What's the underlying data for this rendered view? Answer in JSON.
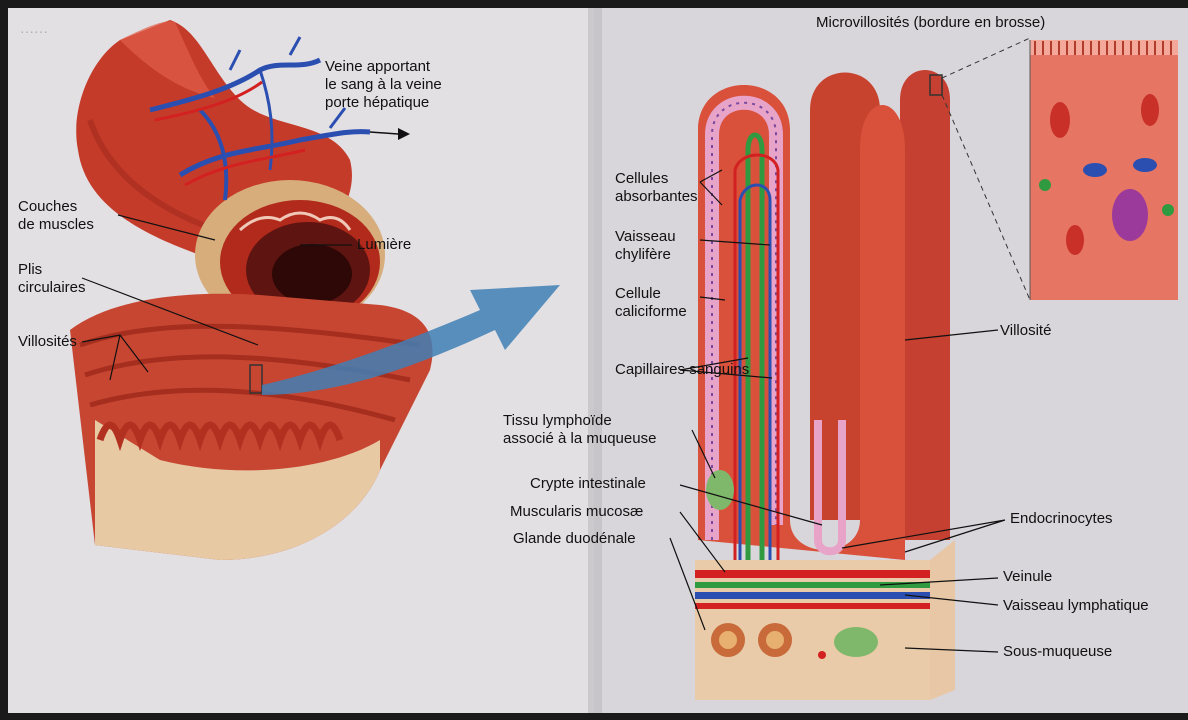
{
  "colors": {
    "muscle": "#c9402e",
    "muscle_dark": "#8e2418",
    "vein": "#2b4fb0",
    "artery": "#d32020",
    "lymph": "#2f9a3f",
    "page": "#dedbe0",
    "arrow": "#3f7fb5"
  },
  "labels": {
    "veine": "Veine apportant\nle sang à la veine\nporte hépatique",
    "couches": "Couches\nde muscles",
    "lumiere": "Lumière",
    "plis": "Plis\ncirculaires",
    "villosites": "Villosités",
    "microvillosites": "Microvillosités (bordure en brosse)",
    "cellules_absorbantes": "Cellules\nabsorbantes",
    "vaisseau_chylifere": "Vaisseau\nchylifère",
    "cellule_caliciforme": "Cellule\ncaliciforme",
    "villosite": "Villosité",
    "capillaires": "Capillaires sanguins",
    "tissu_lymphoide": "Tissu lymphoïde\nassocié à la muqueuse",
    "crypte": "Crypte intestinale",
    "muscularis": "Muscularis mucosæ",
    "glande": "Glande duodénale",
    "endocrinocytes": "Endocrinocytes",
    "veinule": "Veinule",
    "vaisseau_lymph": "Vaisseau lymphatique",
    "sous_muqueuse": "Sous-muqueuse"
  }
}
